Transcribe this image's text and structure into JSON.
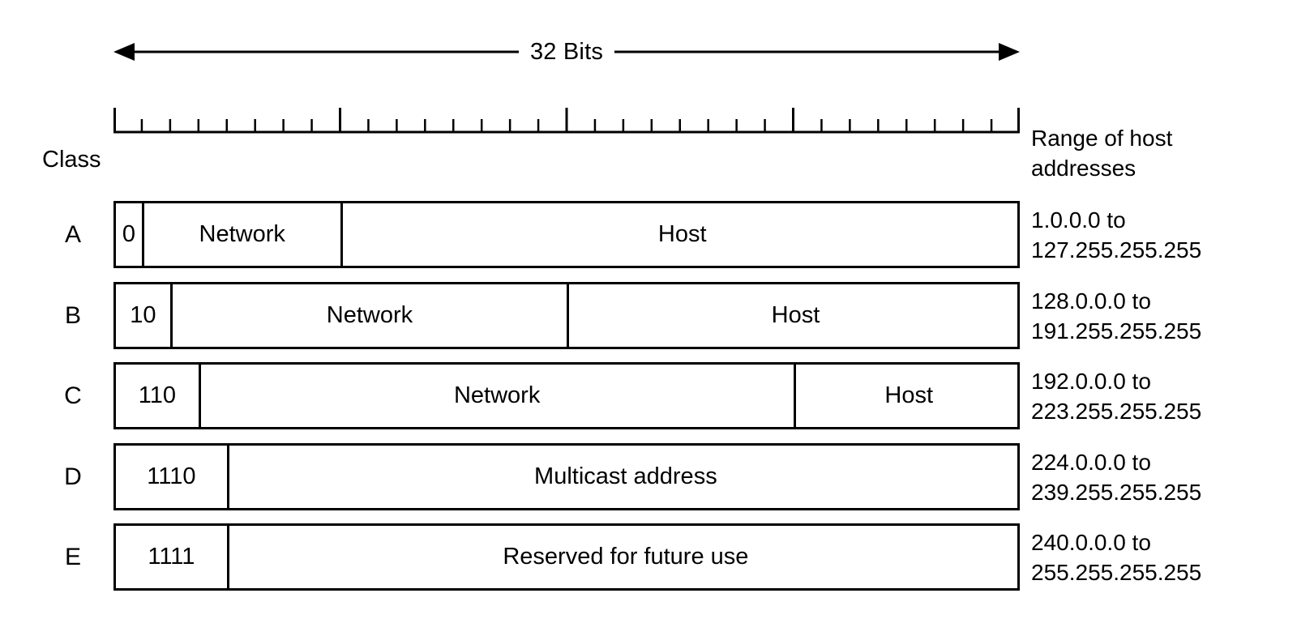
{
  "figure": {
    "width_label": "32 Bits",
    "class_caption": "Class",
    "range_caption_line1": "Range of host",
    "range_caption_line2": "addresses",
    "total_bits": 32,
    "accent_color": "#000000",
    "background_color": "#ffffff"
  },
  "ruler": {
    "major_ticks_at_bits": [
      0,
      8,
      16,
      24,
      32
    ],
    "minor_tick_count": 32
  },
  "rows": [
    {
      "letter": "A",
      "fields": [
        {
          "label": "0",
          "bits": 1,
          "kind": "prefix"
        },
        {
          "label": "Network",
          "bits": 7,
          "kind": "network"
        },
        {
          "label": "Host",
          "bits": 24,
          "kind": "host"
        }
      ],
      "range_line1": "1.0.0.0 to",
      "range_line2": "127.255.255.255"
    },
    {
      "letter": "B",
      "fields": [
        {
          "label": "10",
          "bits": 2,
          "kind": "prefix"
        },
        {
          "label": "Network",
          "bits": 14,
          "kind": "network"
        },
        {
          "label": "Host",
          "bits": 16,
          "kind": "host"
        }
      ],
      "range_line1": "128.0.0.0 to",
      "range_line2": "191.255.255.255"
    },
    {
      "letter": "C",
      "fields": [
        {
          "label": "110",
          "bits": 3,
          "kind": "prefix"
        },
        {
          "label": "Network",
          "bits": 21,
          "kind": "network"
        },
        {
          "label": "Host",
          "bits": 8,
          "kind": "host"
        }
      ],
      "range_line1": "192.0.0.0 to",
      "range_line2": "223.255.255.255"
    },
    {
      "letter": "D",
      "fields": [
        {
          "label": "1110",
          "bits": 4,
          "kind": "prefix"
        },
        {
          "label": "Multicast address",
          "bits": 28,
          "kind": "multicast"
        }
      ],
      "range_line1": "224.0.0.0 to",
      "range_line2": "239.255.255.255"
    },
    {
      "letter": "E",
      "fields": [
        {
          "label": "1111",
          "bits": 4,
          "kind": "prefix"
        },
        {
          "label": "Reserved for future use",
          "bits": 28,
          "kind": "reserved"
        }
      ],
      "range_line1": "240.0.0.0 to",
      "range_line2": "255.255.255.255"
    }
  ]
}
